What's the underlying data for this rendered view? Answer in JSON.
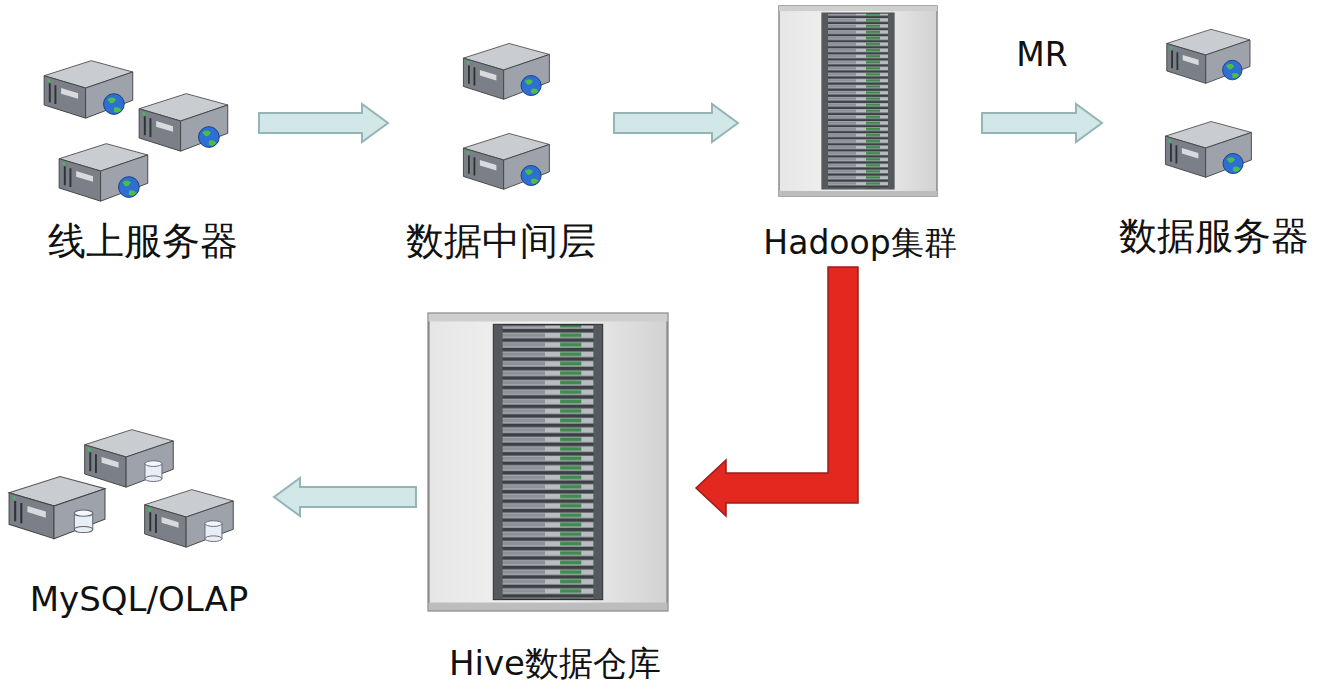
{
  "diagram": {
    "nodes": [
      {
        "text": [
          "线上服务器"
        ]
      },
      {
        "text": [
          "数据中间层"
        ]
      },
      {
        "text": [
          "Hadoop集群"
        ]
      },
      {
        "text": [
          "数据服务器"
        ]
      },
      {
        "text": [
          "MySQL/OLAP"
        ]
      },
      {
        "text": [
          "Hive数据仓库"
        ]
      }
    ],
    "edges": [
      {
        "from": 0,
        "to": 1,
        "arrow": "to"
      },
      {
        "from": 1,
        "to": 2,
        "arrow": "to"
      },
      {
        "from": 2,
        "to": 3,
        "label": "MR",
        "arrow": "to"
      },
      {
        "from": 2,
        "to": 5,
        "arrow": "to"
      },
      {
        "from": 5,
        "to": 4,
        "arrow": "to"
      }
    ]
  }
}
